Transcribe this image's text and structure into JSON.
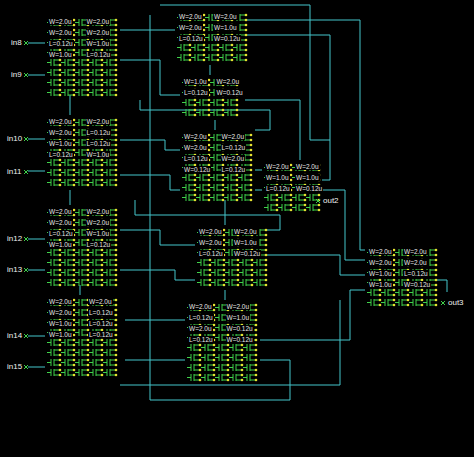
{
  "diagram": {
    "labels": [
      "in8",
      "in9",
      "in10",
      "in11",
      "in12",
      "in13",
      "in14",
      "in15",
      "out2",
      "out3",
      "W=2.0u",
      "W=2.0u",
      "W=2.0u",
      "W=2.0u",
      "L=0.12u",
      "W=1.0u",
      "W=1.0u",
      "L=0.12u",
      "W=2.0u",
      "W=2.0u",
      "W=2.0u",
      "L=0.12u",
      "W=1.0u",
      "L=0.12u",
      "L=0.12u",
      "W=1.0u",
      "W=2.0u",
      "W=2.0u",
      "W=2.0u",
      "W=2.0u",
      "L=0.12u",
      "W=1.0u",
      "W=1.0u",
      "L=0.12u",
      "W=2.0u",
      "W=2.0u",
      "W=2.0u",
      "L=0.12u",
      "W=1.0u",
      "L=0.12u",
      "W=1.0u",
      "L=0.12u",
      "W=2.0u",
      "W=2.0u",
      "W=2.0u",
      "W=1.0u",
      "L=0.12u",
      "W=0.12u",
      "W=1.0u",
      "W=2.0u",
      "L=0.12u",
      "W=0.12u",
      "W=2.0u",
      "W=2.0u",
      "W=2.0u",
      "L=0.12u",
      "L=0.12u",
      "W=2.0u",
      "W=0.12u",
      "L=0.12u",
      "W=2.0u",
      "W=2.0u",
      "W=2.0u",
      "W=1.0u",
      "L=0.12u",
      "W=0.12u",
      "W=2.0u",
      "W=2.0u",
      "L=0.12u",
      "W=1.0u",
      "W=2.0u",
      "W=0.12u",
      "L=0.12u",
      "W=0.12u",
      "W=2.0u",
      "W=2.0u",
      "W=1.0u",
      "W=1.0u",
      "L=0.12u",
      "W=0.12u",
      "W=2.0u",
      "W=2.0u",
      "W=2.0u",
      "W=2.0u",
      "W=1.0u",
      "L=0.12u",
      "W=1.0u",
      "W=0.12u"
    ]
  }
}
